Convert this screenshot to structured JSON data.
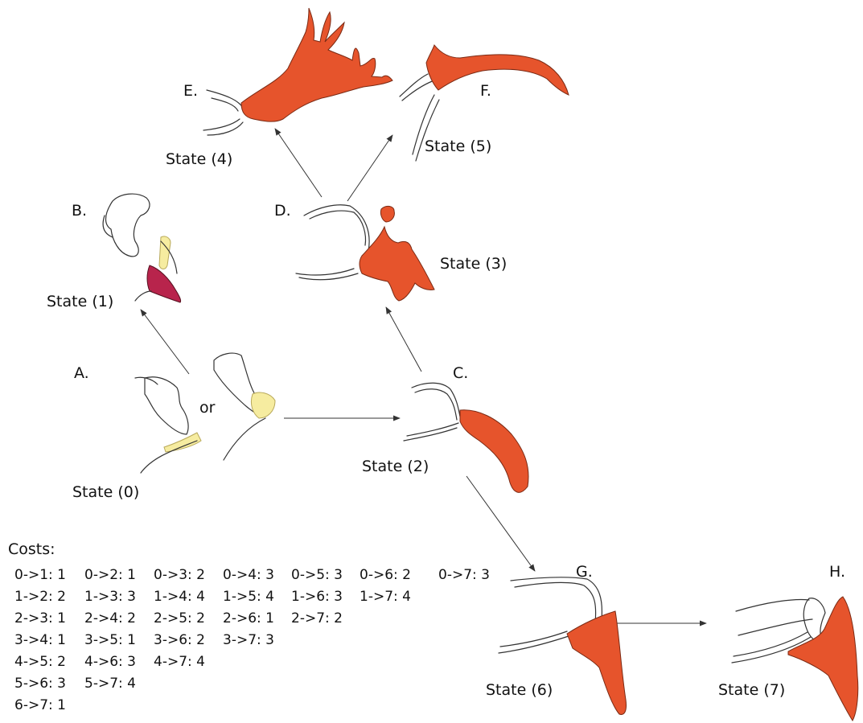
{
  "labels": {
    "A": "A.",
    "B": "B.",
    "C": "C.",
    "D": "D.",
    "E": "E.",
    "F": "F.",
    "G": "G.",
    "H": "H.",
    "or": "or"
  },
  "states": {
    "s0": "State (0)",
    "s1": "State (1)",
    "s2": "State (2)",
    "s3": "State (3)",
    "s4": "State (4)",
    "s5": "State (5)",
    "s6": "State (6)",
    "s7": "State (7)"
  },
  "costs": {
    "title": "Costs:",
    "rows": [
      [
        "0->1: 1",
        "0->2: 1",
        "0->3: 2",
        "0->4: 3",
        "0->5: 3",
        "0->6: 2",
        "0->7: 3"
      ],
      [
        "1->2: 2",
        "1->3: 3",
        "1->4: 4",
        "1->5: 4",
        "1->6: 3",
        "1->7: 4"
      ],
      [
        "2->3: 1",
        "2->4: 2",
        "2->5: 2",
        "2->6: 1",
        "2->7: 2"
      ],
      [
        "3->4: 1",
        "3->5: 1",
        "3->6: 2",
        "3->7: 3"
      ],
      [
        "4->5: 2",
        "4->6: 3",
        "4->7: 4"
      ],
      [
        "5->6: 3",
        "5->7: 4"
      ],
      [
        "6->7: 1"
      ]
    ]
  },
  "colors": {
    "orange": "#e6542c",
    "crimson": "#b8244c",
    "pale_yellow": "#f6eca0"
  }
}
